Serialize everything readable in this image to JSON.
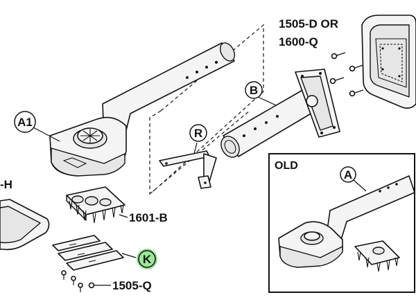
{
  "labels": {
    "seat_cover": "1505-D OR",
    "seat_cover_alt": "1600-Q",
    "arm_a1": "A1",
    "tube_b": "B",
    "bracket_r": "R",
    "plate_1601b": "1601-B",
    "strips_k": "K",
    "screw_1505q": "1505-Q",
    "left_partial": "-H"
  },
  "inset": {
    "title": "OLD",
    "arm_label": "A"
  },
  "colors": {
    "highlight": "#3fc43f",
    "line": "#111111"
  }
}
